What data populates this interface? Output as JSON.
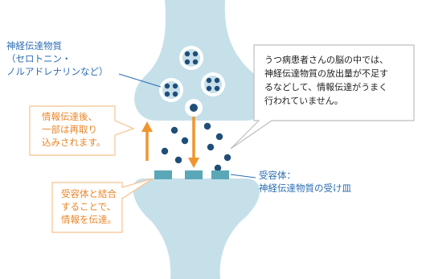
{
  "colors": {
    "neuron": "#c6e0ea",
    "vesicle_ring": "#ffffff",
    "molecule": "#1f4e79",
    "receptor": "#5aa7b8",
    "arrow": "#f0952e",
    "label_blue": "#2a6cb3",
    "label_orange": "#e8862a",
    "callout_border_orange": "#f5c48e",
    "callout_border_gray": "#bdbdbd"
  },
  "labels": {
    "neurotransmitter": [
      "神経伝達物質",
      "（セロトニン・",
      "ノルアドレナリンなど）"
    ],
    "reuptake": [
      "情報伝達後、",
      "一部は再取り",
      "込みされます。"
    ],
    "binding": [
      "受容体と結合",
      "することで、",
      "情報を伝達。"
    ],
    "receptor": [
      "受容体：",
      "神経伝達物質の受け皿"
    ],
    "depression_note": [
      "うつ病患者さんの脳の中では、",
      "神経伝達物質の放出量が不足す",
      "るなどして、情報伝達がうまく",
      "行われていません。"
    ]
  }
}
